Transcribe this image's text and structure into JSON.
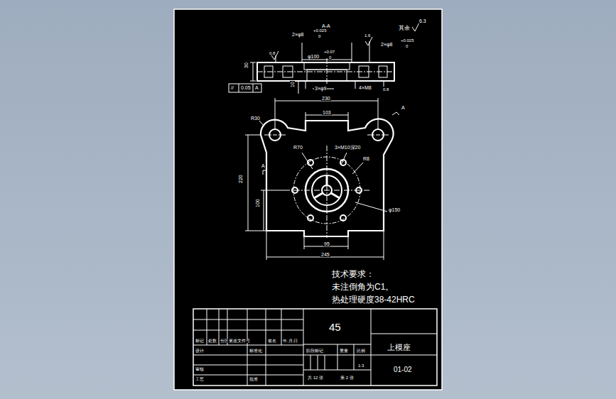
{
  "diagram": {
    "labels": [
      "A-A",
      "2×φ8",
      "+0.025",
      "0",
      "其余",
      "6.3",
      "1.6",
      "2×φ8",
      "+0.025",
      "0",
      "0.8",
      "φ100",
      "+0.07",
      "0",
      "30",
      "10",
      "//",
      "0.05",
      "A",
      "3×φ9",
      "4×M8",
      "0.8",
      "230",
      "R30",
      "103",
      "A",
      "R70",
      "3×M10深20",
      "R8",
      "A",
      "220",
      "100",
      "φ150",
      "95",
      "245",
      "技术要求：",
      "未注倒角为C1。",
      "热处理硬度38-42HRC",
      "45",
      "上模座",
      "01-02",
      "标记",
      "处数",
      "分区",
      "更改文件号",
      "签名",
      "年.月.日",
      "设计",
      "标准化",
      "阶段标记",
      "重量",
      "比例",
      "1:3",
      "审核",
      "工艺",
      "批准",
      "共 12 张",
      "第 2 张"
    ]
  }
}
